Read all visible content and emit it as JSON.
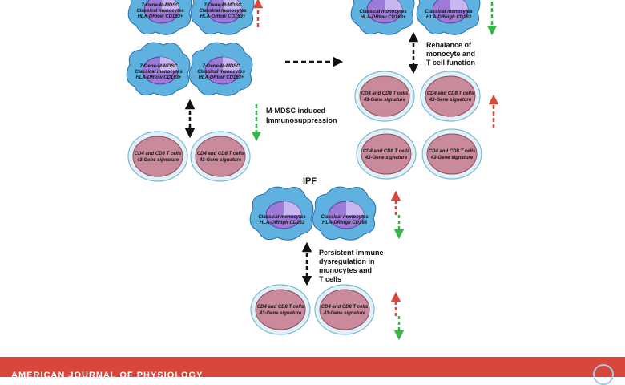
{
  "colors": {
    "monocyte_fill": "#5fb2e0",
    "monocyte_stroke": "#2a6fa6",
    "nucleus_fill": "#9b7ad8",
    "nucleus_stroke": "#5b3d9c",
    "tcell_outer": "#dff0f7",
    "tcell_outer_stroke": "#7fb7d2",
    "tcell_inner": "#c98a9c",
    "tcell_inner_stroke": "#8d4b60",
    "arrow_up": "#d9463b",
    "arrow_down": "#3cb34a",
    "arrow_black": "#111111",
    "footer_bg": "#d9463b"
  },
  "labels": {
    "mdsc_name": "7-Gene-M-MDSC",
    "classical": "Classical monocytes",
    "hla_lo": "HLA-DRlow CD163+",
    "hla_hi": "HLA-DRhigh CD163",
    "tcell_1": "CD4 and CD8 T cells",
    "tcell_2": "43-Gene signature"
  },
  "captions": {
    "immunosuppression_1": "M-MDSC induced",
    "immunosuppression_2": "Immunosuppression",
    "rebalance_1": "Rebalance of",
    "rebalance_2": "monocyte and",
    "rebalance_3": "T cell function",
    "ipf_title": "IPF",
    "persistent_1": "Persistent immune",
    "persistent_2": "dysregulation in",
    "persistent_3": "monocytes and",
    "persistent_4": "T cells"
  },
  "footer": {
    "journal": "AMERICAN JOURNAL OF PHYSIOLOGY"
  }
}
